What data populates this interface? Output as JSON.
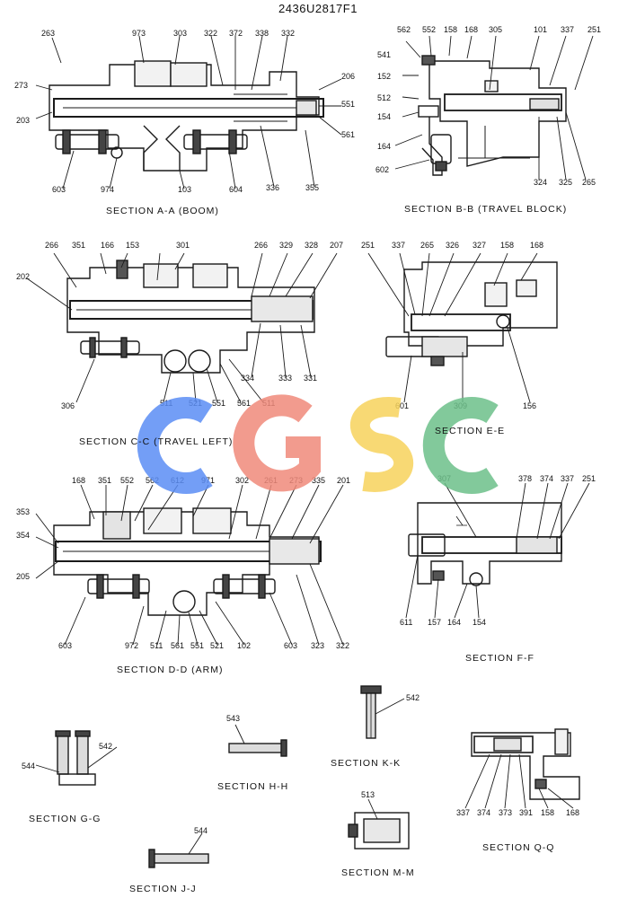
{
  "document": {
    "number": "2436U2817F1"
  },
  "watermark": {
    "text": "CGSC",
    "colors": [
      "#5b8df5",
      "#f08a7a",
      "#f7d25c",
      "#6cc08a"
    ]
  },
  "sections": [
    {
      "id": "A-A",
      "title": "SECTION  A-A   (BOOM)",
      "labels": [
        "263",
        "973",
        "303",
        "322",
        "372",
        "338",
        "332",
        "273",
        "206",
        "203",
        "551",
        "561",
        "603",
        "974",
        "103",
        "604",
        "336",
        "355"
      ]
    },
    {
      "id": "B-B",
      "title": "SECTION  B-B  (TRAVEL BLOCK)",
      "labels": [
        "562",
        "552",
        "158",
        "168",
        "305",
        "101",
        "337",
        "251",
        "541",
        "152",
        "512",
        "154",
        "164",
        "602",
        "324",
        "325",
        "265"
      ]
    },
    {
      "id": "C-C",
      "title": "SECTION  C-C  (TRAVEL LEFT)",
      "labels": [
        "266",
        "351",
        "166",
        "153",
        "301",
        "266",
        "329",
        "328",
        "207",
        "202",
        "334",
        "333",
        "331",
        "306",
        "511",
        "521",
        "551",
        "561",
        "511"
      ]
    },
    {
      "id": "E-E",
      "title": "SECTION  E-E",
      "labels": [
        "251",
        "337",
        "265",
        "326",
        "327",
        "158",
        "168",
        "601",
        "309",
        "156"
      ]
    },
    {
      "id": "D-D",
      "title": "SECTION  D-D     (ARM)",
      "labels": [
        "168",
        "351",
        "552",
        "562",
        "612",
        "971",
        "302",
        "261",
        "273",
        "335",
        "201",
        "353",
        "354",
        "205",
        "603",
        "972",
        "511",
        "561",
        "551",
        "521",
        "102",
        "603",
        "323",
        "322"
      ]
    },
    {
      "id": "F-F",
      "title": "SECTION  F-F",
      "labels": [
        "307",
        "378",
        "374",
        "337",
        "251",
        "611",
        "157",
        "164",
        "154"
      ]
    },
    {
      "id": "K-K",
      "title": "SECTION  K-K",
      "labels": [
        "542"
      ]
    },
    {
      "id": "H-H",
      "title": "SECTION  H-H",
      "labels": [
        "543"
      ]
    },
    {
      "id": "G-G",
      "title": "SECTION  G-G",
      "labels": [
        "544",
        "542"
      ]
    },
    {
      "id": "Q-Q",
      "title": "SECTION  Q-Q",
      "labels": [
        "337",
        "374",
        "373",
        "391",
        "158",
        "168"
      ]
    },
    {
      "id": "M-M",
      "title": "SECTION  M-M",
      "labels": [
        "513"
      ]
    },
    {
      "id": "J-J",
      "title": "SECTION  J-J",
      "labels": [
        "544"
      ]
    }
  ]
}
